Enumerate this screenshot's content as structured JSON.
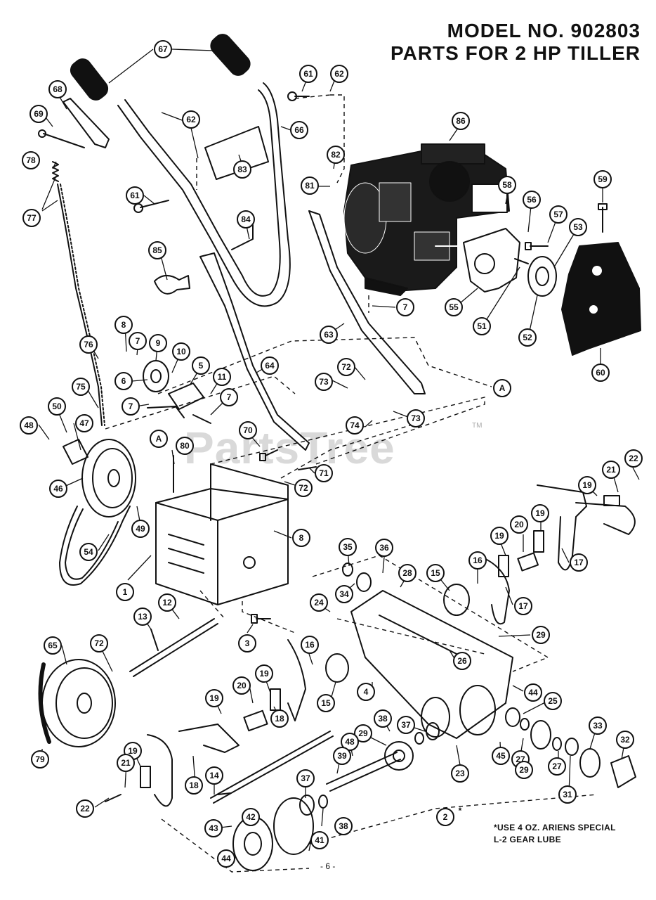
{
  "header": {
    "model": "MODEL NO. 902803",
    "subtitle": "PARTS FOR 2 HP TILLER"
  },
  "note": {
    "line1": "*USE 4 OZ. ARIENS SPECIAL",
    "line2": "L-2 GEAR LUBE"
  },
  "page_number": "- 6 -",
  "watermark": "PartsTree",
  "trademark": "TM",
  "colors": {
    "ink": "#111111",
    "paper": "#ffffff",
    "watermark": "#aaaaaa"
  },
  "callouts": [
    {
      "id": "67",
      "label": "67"
    },
    {
      "id": "68",
      "label": "68"
    },
    {
      "id": "69",
      "label": "69"
    },
    {
      "id": "78",
      "label": "78"
    },
    {
      "id": "77",
      "label": "77"
    },
    {
      "id": "62a",
      "label": "62"
    },
    {
      "id": "61a",
      "label": "61"
    },
    {
      "id": "62b",
      "label": "62"
    },
    {
      "id": "61b",
      "label": "61"
    },
    {
      "id": "66",
      "label": "66"
    },
    {
      "id": "83",
      "label": "83"
    },
    {
      "id": "84",
      "label": "84"
    },
    {
      "id": "85",
      "label": "85"
    },
    {
      "id": "86",
      "label": "86"
    },
    {
      "id": "82",
      "label": "82"
    },
    {
      "id": "81",
      "label": "81"
    },
    {
      "id": "58",
      "label": "58"
    },
    {
      "id": "56",
      "label": "56"
    },
    {
      "id": "57",
      "label": "57"
    },
    {
      "id": "53",
      "label": "53"
    },
    {
      "id": "59",
      "label": "59"
    },
    {
      "id": "7a",
      "label": "7"
    },
    {
      "id": "55",
      "label": "55"
    },
    {
      "id": "51",
      "label": "51"
    },
    {
      "id": "52",
      "label": "52"
    },
    {
      "id": "60",
      "label": "60"
    },
    {
      "id": "63",
      "label": "63"
    },
    {
      "id": "76",
      "label": "76"
    },
    {
      "id": "8a",
      "label": "8"
    },
    {
      "id": "7b",
      "label": "7"
    },
    {
      "id": "9",
      "label": "9"
    },
    {
      "id": "10",
      "label": "10"
    },
    {
      "id": "5",
      "label": "5"
    },
    {
      "id": "11",
      "label": "11"
    },
    {
      "id": "6",
      "label": "6"
    },
    {
      "id": "7c",
      "label": "7"
    },
    {
      "id": "7d",
      "label": "7"
    },
    {
      "id": "64",
      "label": "64"
    },
    {
      "id": "72a",
      "label": "72"
    },
    {
      "id": "73a",
      "label": "73"
    },
    {
      "id": "Aa",
      "label": "A"
    },
    {
      "id": "75",
      "label": "75"
    },
    {
      "id": "50",
      "label": "50"
    },
    {
      "id": "48a",
      "label": "48"
    },
    {
      "id": "47",
      "label": "47"
    },
    {
      "id": "74",
      "label": "74"
    },
    {
      "id": "73b",
      "label": "73"
    },
    {
      "id": "70",
      "label": "70"
    },
    {
      "id": "Ab",
      "label": "A"
    },
    {
      "id": "80",
      "label": "80"
    },
    {
      "id": "71",
      "label": "71"
    },
    {
      "id": "72b",
      "label": "72"
    },
    {
      "id": "22a",
      "label": "22"
    },
    {
      "id": "21a",
      "label": "21"
    },
    {
      "id": "19a",
      "label": "19"
    },
    {
      "id": "46",
      "label": "46"
    },
    {
      "id": "49",
      "label": "49"
    },
    {
      "id": "8b",
      "label": "8"
    },
    {
      "id": "54",
      "label": "54"
    },
    {
      "id": "35",
      "label": "35"
    },
    {
      "id": "36",
      "label": "36"
    },
    {
      "id": "28",
      "label": "28"
    },
    {
      "id": "16a",
      "label": "16"
    },
    {
      "id": "19b",
      "label": "19"
    },
    {
      "id": "20a",
      "label": "20"
    },
    {
      "id": "19c",
      "label": "19"
    },
    {
      "id": "17a",
      "label": "17"
    },
    {
      "id": "15a",
      "label": "15"
    },
    {
      "id": "17b",
      "label": "17"
    },
    {
      "id": "1",
      "label": "1"
    },
    {
      "id": "34",
      "label": "34"
    },
    {
      "id": "24",
      "label": "24"
    },
    {
      "id": "13",
      "label": "13"
    },
    {
      "id": "12",
      "label": "12"
    },
    {
      "id": "29a",
      "label": "29"
    },
    {
      "id": "3",
      "label": "3"
    },
    {
      "id": "65",
      "label": "65"
    },
    {
      "id": "72c",
      "label": "72"
    },
    {
      "id": "16b",
      "label": "16"
    },
    {
      "id": "26",
      "label": "26"
    },
    {
      "id": "15b",
      "label": "15"
    },
    {
      "id": "4",
      "label": "4"
    },
    {
      "id": "44a",
      "label": "44"
    },
    {
      "id": "20b",
      "label": "20"
    },
    {
      "id": "19d",
      "label": "19"
    },
    {
      "id": "25",
      "label": "25"
    },
    {
      "id": "19e",
      "label": "19"
    },
    {
      "id": "37a",
      "label": "37"
    },
    {
      "id": "38a",
      "label": "38"
    },
    {
      "id": "29b",
      "label": "29"
    },
    {
      "id": "18a",
      "label": "18"
    },
    {
      "id": "33",
      "label": "33"
    },
    {
      "id": "32",
      "label": "32"
    },
    {
      "id": "79",
      "label": "79"
    },
    {
      "id": "48b",
      "label": "48"
    },
    {
      "id": "45",
      "label": "45"
    },
    {
      "id": "27a",
      "label": "27"
    },
    {
      "id": "29c",
      "label": "29"
    },
    {
      "id": "23",
      "label": "23"
    },
    {
      "id": "19f",
      "label": "19"
    },
    {
      "id": "39",
      "label": "39"
    },
    {
      "id": "18b",
      "label": "18"
    },
    {
      "id": "27b",
      "label": "27"
    },
    {
      "id": "31",
      "label": "31"
    },
    {
      "id": "14",
      "label": "14"
    },
    {
      "id": "21b",
      "label": "21"
    },
    {
      "id": "22b",
      "label": "22"
    },
    {
      "id": "42",
      "label": "42"
    },
    {
      "id": "37b",
      "label": "37"
    },
    {
      "id": "38b",
      "label": "38"
    },
    {
      "id": "2",
      "label": "2"
    },
    {
      "id": "2star",
      "label": "*"
    },
    {
      "id": "43",
      "label": "43"
    },
    {
      "id": "41",
      "label": "41"
    },
    {
      "id": "44b",
      "label": "44"
    }
  ]
}
